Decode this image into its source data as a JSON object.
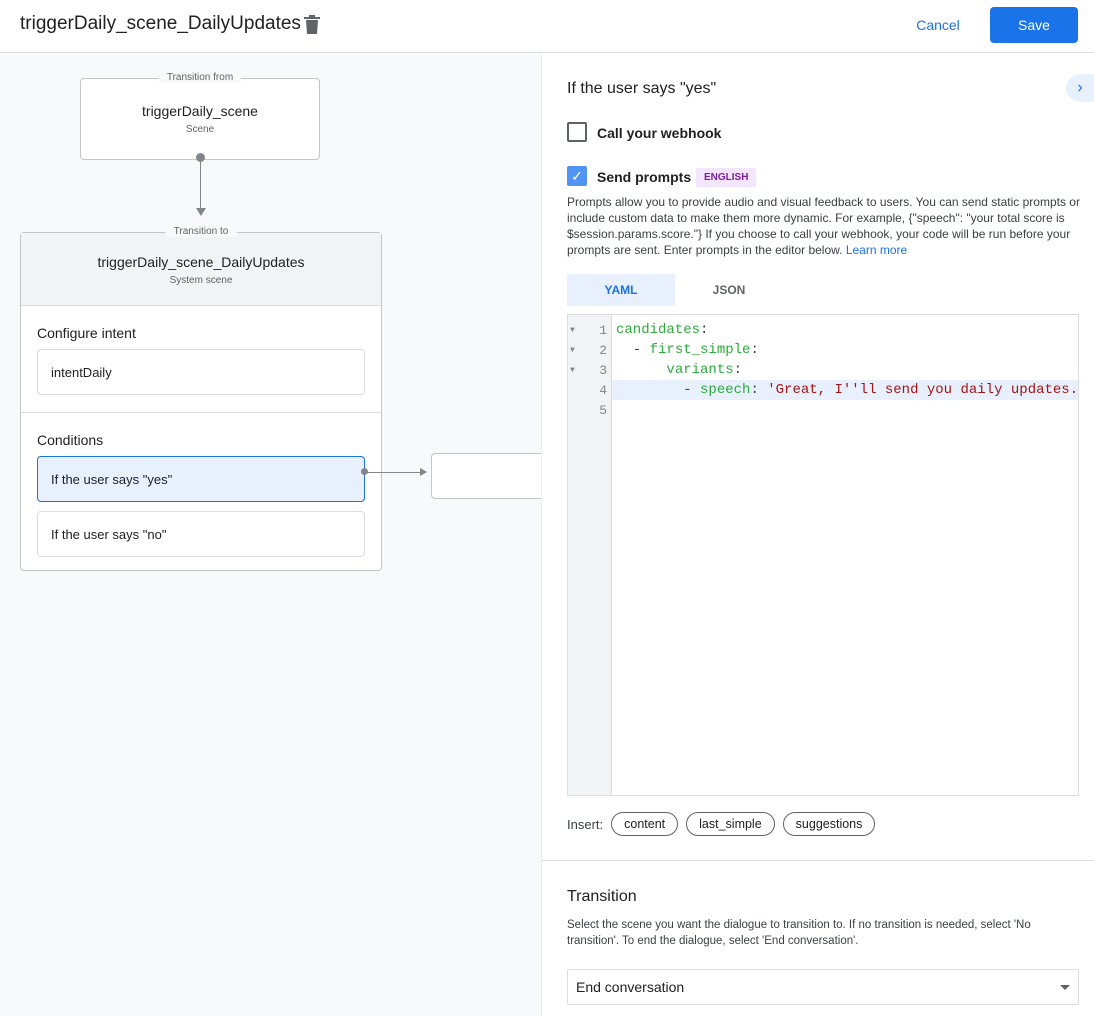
{
  "header": {
    "title": "triggerDaily_scene_DailyUpdates",
    "cancel_label": "Cancel",
    "save_label": "Save",
    "delete_icon": "trash-icon"
  },
  "canvas": {
    "from": {
      "legend": "Transition from",
      "name": "triggerDaily_scene",
      "type": "Scene"
    },
    "to": {
      "legend": "Transition to",
      "name": "triggerDaily_scene_DailyUpdates",
      "type": "System scene"
    },
    "intent_heading": "Configure intent",
    "intent": "intentDaily",
    "conditions_heading": "Conditions",
    "conditions": [
      "If the user says \"yes\"",
      "If the user says \"no\""
    ]
  },
  "panel": {
    "title": "If the user says \"yes\"",
    "webhook": {
      "label": "Call your webhook",
      "checked": false
    },
    "prompts": {
      "label": "Send prompts",
      "checked": true,
      "badge": "ENGLISH"
    },
    "description": "Prompts allow you to provide audio and visual feedback to users. You can send static prompts or include custom data to make them more dynamic. For example, {\"speech\": \"your total score is $session.params.score.\"} If you choose to call your webhook, your code will be run before your prompts are sent. Enter prompts in the editor below.",
    "learn_more": "Learn more",
    "tabs": [
      "YAML",
      "JSON"
    ],
    "active_tab": "YAML",
    "editor": {
      "line_numbers": [
        "1",
        "2",
        "3",
        "4",
        "5"
      ],
      "lines": [
        {
          "indent": "",
          "key": "candidates",
          "rest": ":",
          "str": ""
        },
        {
          "indent": "  - ",
          "key": "first_simple",
          "rest": ":",
          "str": ""
        },
        {
          "indent": "      ",
          "key": "variants",
          "rest": ":",
          "str": ""
        },
        {
          "indent": "        - ",
          "key": "speech",
          "rest": ": ",
          "str": "'Great, I''ll send you daily updates."
        },
        {
          "indent": "",
          "key": "",
          "rest": "",
          "str": ""
        }
      ]
    },
    "insert_label": "Insert:",
    "insert_chips": [
      "content",
      "last_simple",
      "suggestions"
    ],
    "transition": {
      "title": "Transition",
      "description": "Select the scene you want the dialogue to transition to. If no transition is needed, select 'No transition'. To end the dialogue, select 'End conversation'.",
      "selected": "End conversation"
    }
  },
  "colors": {
    "accent": "#1a73e8",
    "badge_bg": "#f3e5fd",
    "badge_text": "#7b1fa2",
    "yaml_key": "#2daa3c",
    "yaml_string": "#a31515"
  }
}
